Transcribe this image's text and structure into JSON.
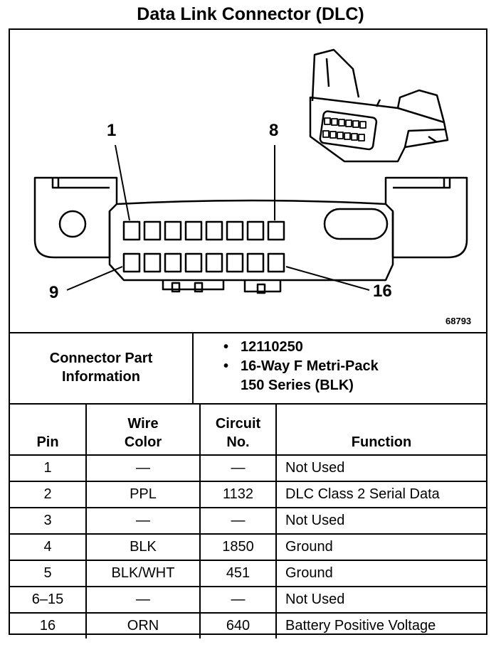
{
  "title": "Data Link Connector (DLC)",
  "figure": {
    "pin_labels": {
      "top_left": "1",
      "top_right": "8",
      "bottom_left": "9",
      "bottom_right": "16"
    },
    "figure_number": "68793"
  },
  "connector_part_info": {
    "title": "Connector Part Information",
    "items": [
      {
        "line1": "12110250",
        "line2": ""
      },
      {
        "line1": "16-Way F Metri-Pack",
        "line2": "150 Series (BLK)"
      }
    ]
  },
  "pin_table": {
    "headers": {
      "pin": "Pin",
      "wire_color": "Wire Color",
      "circuit_no": "Circuit No.",
      "function": "Function"
    },
    "rows": [
      {
        "pin": "1",
        "wire_color": "—",
        "circuit_no": "—",
        "function": "Not Used"
      },
      {
        "pin": "2",
        "wire_color": "PPL",
        "circuit_no": "1132",
        "function": "DLC Class 2 Serial Data"
      },
      {
        "pin": "3",
        "wire_color": "—",
        "circuit_no": "—",
        "function": "Not Used"
      },
      {
        "pin": "4",
        "wire_color": "BLK",
        "circuit_no": "1850",
        "function": "Ground"
      },
      {
        "pin": "5",
        "wire_color": "BLK/WHT",
        "circuit_no": "451",
        "function": "Ground"
      },
      {
        "pin": "6–15",
        "wire_color": "—",
        "circuit_no": "—",
        "function": "Not Used"
      },
      {
        "pin": "16",
        "wire_color": "ORN",
        "circuit_no": "640",
        "function": "Battery Positive Voltage"
      }
    ]
  }
}
